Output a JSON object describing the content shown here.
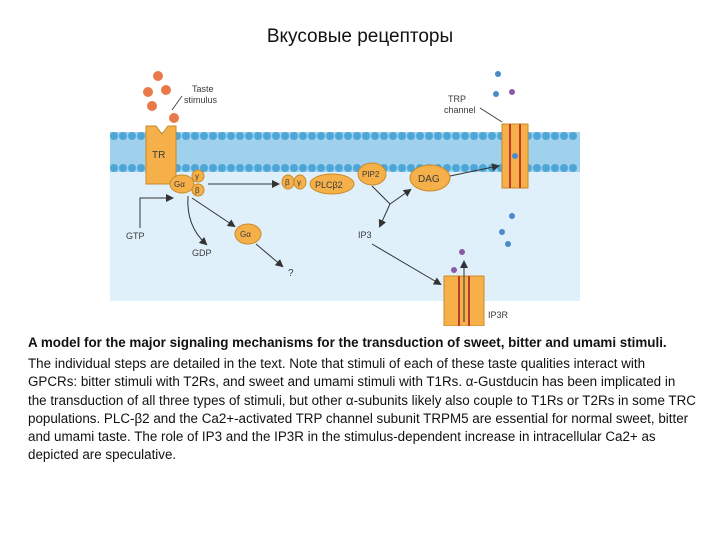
{
  "slide": {
    "title": "Вкусовые рецепторы"
  },
  "diagram": {
    "taste_stimulus_line1": "Taste",
    "taste_stimulus_line2": "stimulus",
    "trp_line1": "TRP",
    "trp_line2": "channel",
    "tr": "TR",
    "g_alpha": "Gα",
    "g_gamma": "γ",
    "g_beta": "β",
    "beta2": "β",
    "gamma2": "γ",
    "plc": "PLCβ2",
    "pip2": "PIP2",
    "dag": "DAG",
    "gtp": "GTP",
    "gdp": "GDP",
    "g_alpha2": "Gα",
    "ip3": "IP3",
    "ip3r": "IP3R",
    "question": "?",
    "colors": {
      "membrane_band": "#8ec8e8",
      "lipid_head": "#4da6d8",
      "cytoplasm": "#dff0fa",
      "protein_orange": "#f5b04a",
      "ligand": "#e87a4a",
      "ion_blue": "#4a8ac8",
      "ion_purple": "#8a5aa8"
    }
  },
  "caption": {
    "heading": "A model for the major signaling mechanisms for the transduction of sweet, bitter and umami stimuli.",
    "body": "The individual steps are detailed in the text. Note that stimuli of each of these taste qualities interact with GPCRs: bitter stimuli with T2Rs, and sweet and umami stimuli with T1Rs. α-Gustducin has been implicated in the transduction of all three types of stimuli, but other α-subunits likely also couple to T1Rs or T2Rs in some TRC populations. PLC-β2 and the Ca2+-activated TRP channel subunit TRPM5 are essential for normal sweet, bitter and umami taste. The role of IP3 and the IP3R in the stimulus-dependent increase in intracellular Ca2+ as depicted are speculative."
  }
}
